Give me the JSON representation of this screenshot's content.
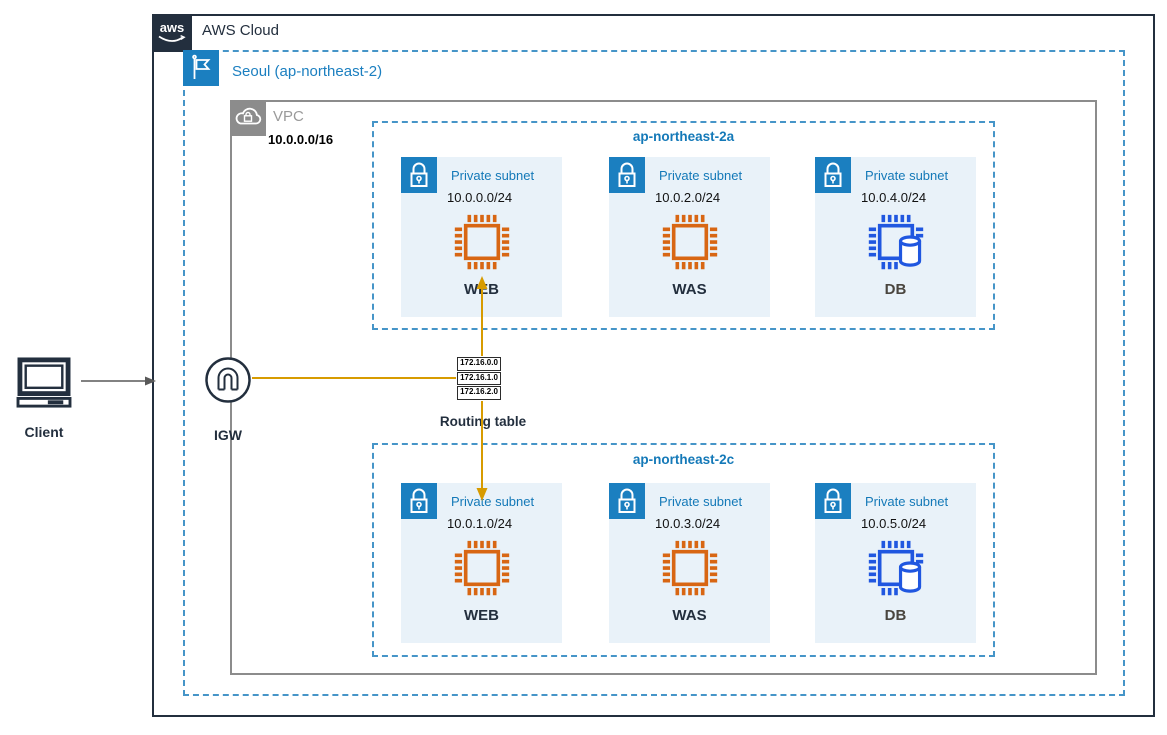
{
  "diagram": {
    "aws_cloud": {
      "label": "AWS Cloud",
      "icon": "aws-cloud-icon"
    },
    "region": {
      "label": "Seoul (ap-northeast-2)",
      "icon": "region-flag-icon"
    },
    "vpc": {
      "label": "VPC",
      "cidr": "10.0.0.0/16",
      "icon": "vpc-cloud-lock-icon"
    },
    "availability_zones": [
      {
        "label": "ap-northeast-2a",
        "subnets": [
          {
            "type": "Private subnet",
            "cidr": "10.0.0.0/24",
            "service": "WEB",
            "icon": "server-chip-icon"
          },
          {
            "type": "Private subnet",
            "cidr": "10.0.2.0/24",
            "service": "WAS",
            "icon": "server-chip-icon"
          },
          {
            "type": "Private subnet",
            "cidr": "10.0.4.0/24",
            "service": "DB",
            "icon": "db-chip-icon"
          }
        ]
      },
      {
        "label": "ap-northeast-2c",
        "subnets": [
          {
            "type": "Private subnet",
            "cidr": "10.0.1.0/24",
            "service": "WEB",
            "icon": "server-chip-icon"
          },
          {
            "type": "Private subnet",
            "cidr": "10.0.3.0/24",
            "service": "WAS",
            "icon": "server-chip-icon"
          },
          {
            "type": "Private subnet",
            "cidr": "10.0.5.0/24",
            "service": "DB",
            "icon": "db-chip-icon"
          }
        ]
      }
    ],
    "igw": {
      "label": "IGW",
      "icon": "internet-gateway-icon"
    },
    "routing_table": {
      "label": "Routing table",
      "routes": [
        "172.16.0.0",
        "172.16.1.0",
        "172.16.2.0"
      ]
    },
    "client": {
      "label": "Client",
      "icon": "client-computer-icon"
    },
    "connections": [
      {
        "from": "client",
        "to": "aws-cloud",
        "style": "gray-arrow"
      },
      {
        "from": "igw",
        "to": "routing-table",
        "style": "orange-line"
      },
      {
        "from": "routing-table",
        "to": "web-subnet-2a",
        "style": "orange-arrow-up"
      },
      {
        "from": "routing-table",
        "to": "web-subnet-2c",
        "style": "orange-arrow-down"
      }
    ],
    "colors": {
      "navy": "#232f3e",
      "region_blue": "#1b7fc0",
      "text_blue": "#1479b8",
      "dashed_border": "#4695c8",
      "vpc_gray": "#8c8c8c",
      "subnet_bg": "#e9f2f9",
      "chip_orange": "#d86613",
      "chip_blue": "#2057e0",
      "connector_gold": "#d79b00",
      "arrow_gray": "#595959"
    }
  }
}
